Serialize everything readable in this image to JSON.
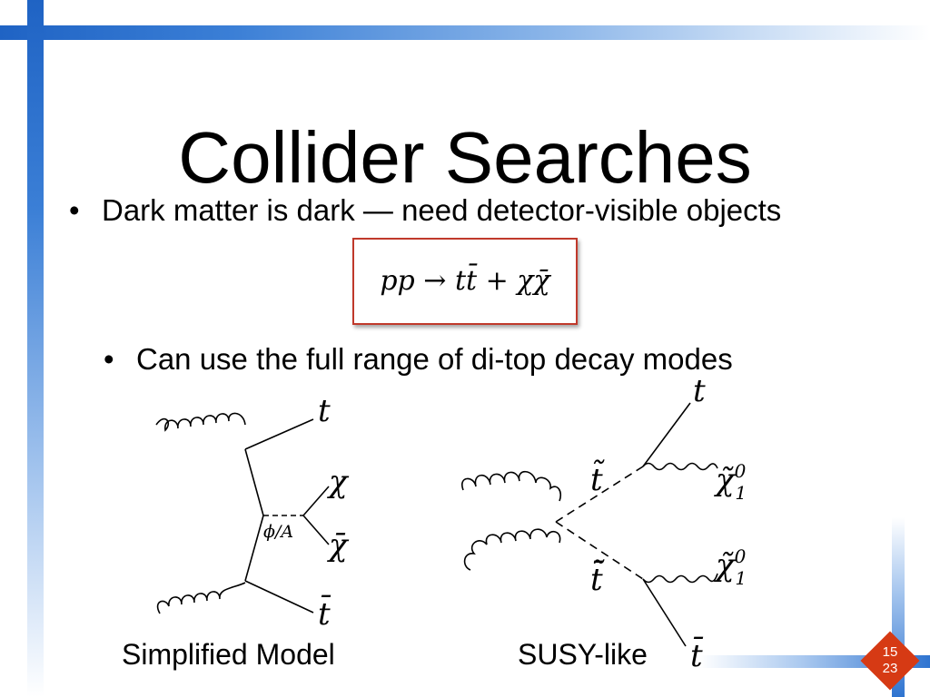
{
  "slide": {
    "title": "Collider Searches",
    "bullets": [
      "Dark matter is dark — need detector-visible objects",
      "Can use the full range of di-top decay modes"
    ],
    "equation": "pp → tt̄ + χχ̄",
    "page_number": "15",
    "page_total": "23"
  },
  "diagrams": {
    "simplified": {
      "caption": "Simplified Model",
      "labels": {
        "t": "t",
        "chi": "χ",
        "chibar": "χ̄",
        "mediator": "ϕ/A",
        "tbar": "t̄"
      }
    },
    "susy": {
      "caption": "SUSY-like",
      "labels": {
        "t": "t",
        "stop": "t̃",
        "neutralino_1": "χ̃",
        "neutralino_2": "χ̃",
        "sup": "0",
        "sub": "1",
        "antistop": "t̃̄",
        "tbar": "t̄"
      }
    }
  },
  "colors": {
    "accent_blue": "#1f63c4",
    "box_border": "#c0392b",
    "page_badge": "#d63a14"
  }
}
